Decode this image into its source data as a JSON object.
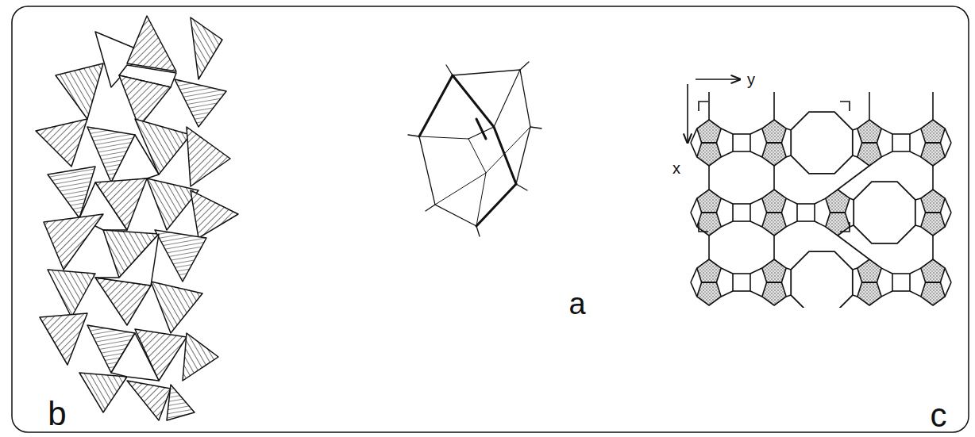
{
  "diagram": {
    "labels": [
      "y",
      "x",
      "a",
      "b",
      "c"
    ]
  }
}
